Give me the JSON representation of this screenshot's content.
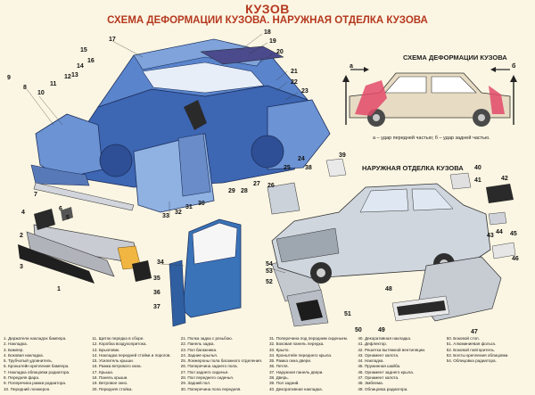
{
  "header": {
    "title": "КУЗОВ",
    "subtitle": "СХЕМА ДЕФОРМАЦИИ КУЗОВА. НАРУЖНАЯ ОТДЕЛКА КУЗОВА"
  },
  "deformation_panel": {
    "label": "СХЕМА ДЕФОРМАЦИИ КУЗОВА",
    "end_a": "а",
    "end_b": "б",
    "caption": "а – удар передней частью;  б – удар задней частью."
  },
  "trim_panel": {
    "label": "НАРУЖНАЯ ОТДЕЛКА КУЗОВА"
  },
  "callouts": [
    "1",
    "2",
    "3",
    "4",
    "5",
    "6",
    "7",
    "8",
    "9",
    "10",
    "11",
    "12",
    "13",
    "14",
    "15",
    "16",
    "17",
    "18",
    "19",
    "20",
    "21",
    "22",
    "23",
    "24",
    "25",
    "26",
    "27",
    "28",
    "29",
    "30",
    "31",
    "32",
    "33",
    "34",
    "35",
    "36",
    "37",
    "38",
    "39",
    "40",
    "41",
    "42",
    "43",
    "44",
    "45",
    "46",
    "47",
    "48",
    "49",
    "50",
    "51",
    "52",
    "53",
    "54"
  ],
  "legend_columns": [
    [
      "1. Держатели накладок бампера.",
      "2. Накладка.",
      "3. Бампер.",
      "4. Боковая накладка.",
      "5. Трубчатый удлинитель.",
      "6. Кронштейн крепления бампера.",
      "7. Накладка облицовки радиатора.",
      "8. Передняя фара.",
      "9. Поперечина рамки радиатора.",
      "10. Передний лонжерон."
    ],
    [
      "11. Щиток передка в сборе.",
      "12. Коробка воздухопритока.",
      "13. Брызговик.",
      "14. Накладка передней стойки и порогов.",
      "15. Усилитель крыши.",
      "16. Рамка ветрового окна.",
      "17. Крыша.",
      "18. Панель крыши.",
      "19. Ветровое окно.",
      "20. Передняя стойка."
    ],
    [
      "21. Полка задка с резьбою.",
      "22. Панель задка.",
      "23. Пол багажника.",
      "24. Задние крылья.",
      "25. Лонжероны пола багажного отделения.",
      "26. Поперечина заднего пола.",
      "27. Пол заднего сиденья.",
      "28. Пол переднего сиденья.",
      "29. Задний пол.",
      "30. Поперечина пола передняя."
    ],
    [
      "31. Поперечина под передним сиденьем.",
      "32. Боковая панель передка.",
      "33. Крыло.",
      "34. Кронштейн переднего крыла.",
      "35. Рамка окна двери.",
      "36. Петля.",
      "37. Наружная панель двери.",
      "38. Дверь.",
      "39. Пол задний.",
      "40. Декоративная накладка."
    ],
    [
      "40. Декоративная накладка.",
      "41. Дефлектор.",
      "42. Решетка вытяжной вентиляции.",
      "43. Орнамент капота.",
      "44. Накладка.",
      "45. Пружинная шайба.",
      "46. Орнамент заднего крыла.",
      "47. Орнамент капота.",
      "48. Эмблема.",
      "49. Облицовка радиатора."
    ],
    [
      "50. Боковой стоп.",
      "51. Алюминиевая фольга.",
      "52. Боковой повторитель.",
      "53. Болты крепления облицовки.",
      "54. Облицовка радиатора."
    ]
  ]
}
